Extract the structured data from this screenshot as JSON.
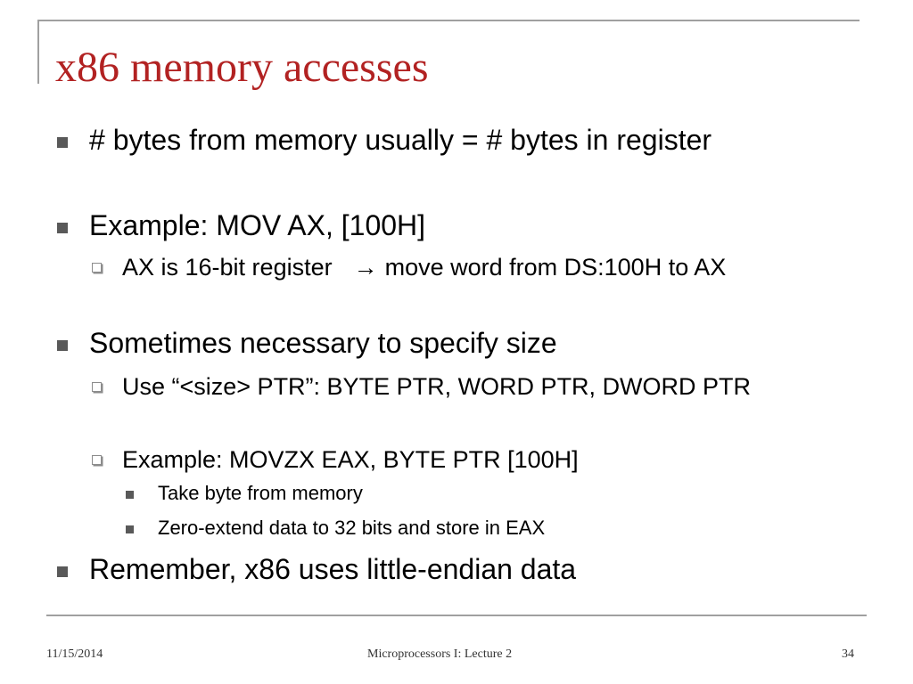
{
  "slide": {
    "title": "x86 memory accesses",
    "bullets": [
      "# bytes from memory usually = # bytes in register",
      "Example: MOV AX, [100H]",
      "AX is 16-bit register",
      "move word from DS:100H to AX",
      "Sometimes necessary to specify size",
      "Use “<size> PTR”: BYTE PTR, WORD PTR, DWORD PTR",
      "Example: MOVZX EAX, BYTE PTR [100H]",
      "Take byte from memory",
      "Zero-extend data to 32 bits and store in EAX",
      "Remember, x86 uses little-endian data"
    ],
    "arrow_glyph": "→"
  },
  "footer": {
    "date": "11/15/2014",
    "course": "Microprocessors I:  Lecture 2",
    "page_number": "34"
  },
  "colors": {
    "title": "#b22222",
    "frame": "#a0a0a0",
    "bullet": "#595959"
  },
  "icons": {
    "level1": "square-bullet-icon",
    "level2": "hollow-square-bullet-icon",
    "level3": "small-square-bullet-icon",
    "inline": "right-arrow-icon"
  }
}
